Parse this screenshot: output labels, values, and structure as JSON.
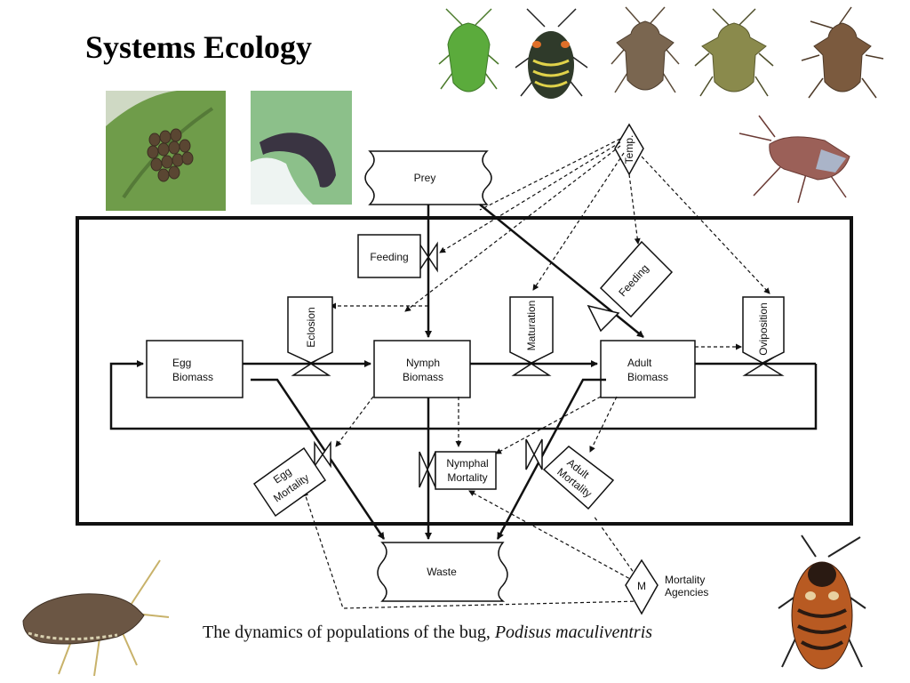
{
  "title": "Systems Ecology",
  "caption": {
    "prefix": "The dynamics of populations of the bug, ",
    "species": "Podisus maculiventris"
  },
  "diagram": {
    "boxes": {
      "egg_line1": "Egg",
      "egg_line2": "Biomass",
      "nymph_line1": "Nymph",
      "nymph_line2": "Biomass",
      "adult_line1": "Adult",
      "adult_line2": "Biomass"
    },
    "sources": {
      "prey": "Prey",
      "waste": "Waste"
    },
    "valves": {
      "feeding_nymph": "Feeding",
      "feeding_adult": "Feeding",
      "eclosion": "Eclosion",
      "maturation": "Maturation",
      "oviposition": "Oviposition",
      "egg_mortality_1": "Egg",
      "egg_mortality_2": "Mortality",
      "nymphal_mortality_1": "Nymphal",
      "nymphal_mortality_2": "Mortality",
      "adult_mortality_1": "Adult",
      "adult_mortality_2": "Mortality"
    },
    "drivers": {
      "temp": "Temp.",
      "m": "M",
      "mortality_agencies_1": "Mortality",
      "mortality_agencies_2": "Agencies"
    }
  },
  "photos": [
    {
      "name": "egg-cluster-photo",
      "bg": "#7fa856",
      "subject": "#5a4632"
    },
    {
      "name": "nymph-on-leaf-photo",
      "bg": "#8ebf8a",
      "subject": "#3a3442"
    },
    {
      "name": "green-bug-photo",
      "bg": "#ffffff",
      "subject": "#5bab3c"
    },
    {
      "name": "black-yellow-nymph-photo",
      "bg": "#ffffff",
      "subject": "#2f3a2a"
    },
    {
      "name": "brown-bug-photo-1",
      "bg": "#ffffff",
      "subject": "#7a6650"
    },
    {
      "name": "olive-bug-photo",
      "bg": "#ffffff",
      "subject": "#8a8a4c"
    },
    {
      "name": "brown-bug-photo-2",
      "bg": "#ffffff",
      "subject": "#7b5a3e"
    },
    {
      "name": "reddish-bug-photo",
      "bg": "#ffffff",
      "subject": "#9b6058"
    },
    {
      "name": "stink-bug-side-photo",
      "bg": "#ffffff",
      "subject": "#6b5644"
    },
    {
      "name": "orange-nymph-photo",
      "bg": "#ffffff",
      "subject": "#b85a22"
    }
  ]
}
